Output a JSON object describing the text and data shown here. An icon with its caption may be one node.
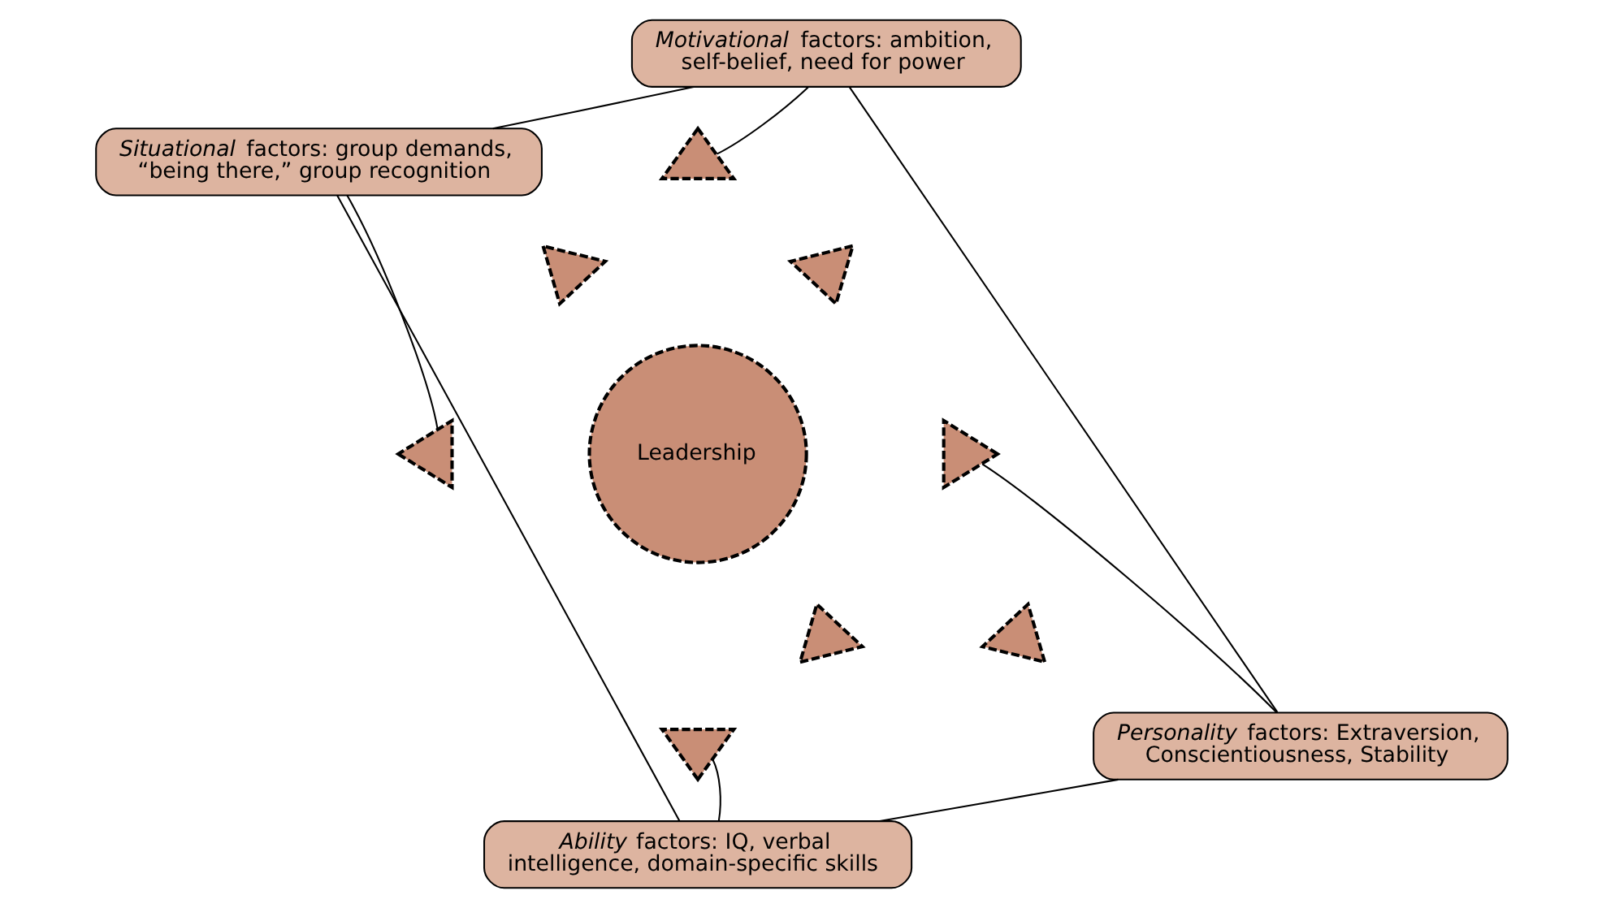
{
  "diagram": {
    "nodes": [
      {
        "text": [
          "*Motivational* factors: ambition, self-belief, need for power"
        ]
      },
      {
        "text": [
          "*Situational* factors: group demands, “being there,” group recognition"
        ]
      },
      {
        "text": [],
        "shape": "triangle"
      },
      {
        "text": [],
        "shape": "triangle"
      },
      {
        "text": [],
        "shape": "triangle"
      },
      {
        "text": [],
        "shape": "triangle"
      },
      {
        "text": [
          "Leadership"
        ]
      },
      {
        "text": [],
        "shape": "triangle"
      },
      {
        "text": [],
        "shape": "triangle"
      },
      {
        "text": [],
        "shape": "triangle"
      },
      {
        "text": [],
        "shape": "triangle"
      },
      {
        "text": [
          "*Personality* factors: Extraversion, Conscientiousness, Stability"
        ]
      },
      {
        "text": [
          "*Ability* factors: IQ, verbal intelligence, domain-specific skills"
        ]
      }
    ],
    "edges": [
      {
        "from": 1,
        "to": 0,
        "arrow": "none"
      },
      {
        "from": 0,
        "to": 11,
        "arrow": "none"
      },
      {
        "from": 1,
        "to": 12,
        "arrow": "none"
      },
      {
        "from": 1,
        "to": 5,
        "arrow": "none"
      },
      {
        "from": 0,
        "to": 2,
        "arrow": "none"
      },
      {
        "from": 11,
        "to": 7,
        "arrow": "none"
      },
      {
        "from": 11,
        "to": 12,
        "arrow": "none"
      },
      {
        "from": 12,
        "to": 10,
        "arrow": "none"
      }
    ]
  }
}
